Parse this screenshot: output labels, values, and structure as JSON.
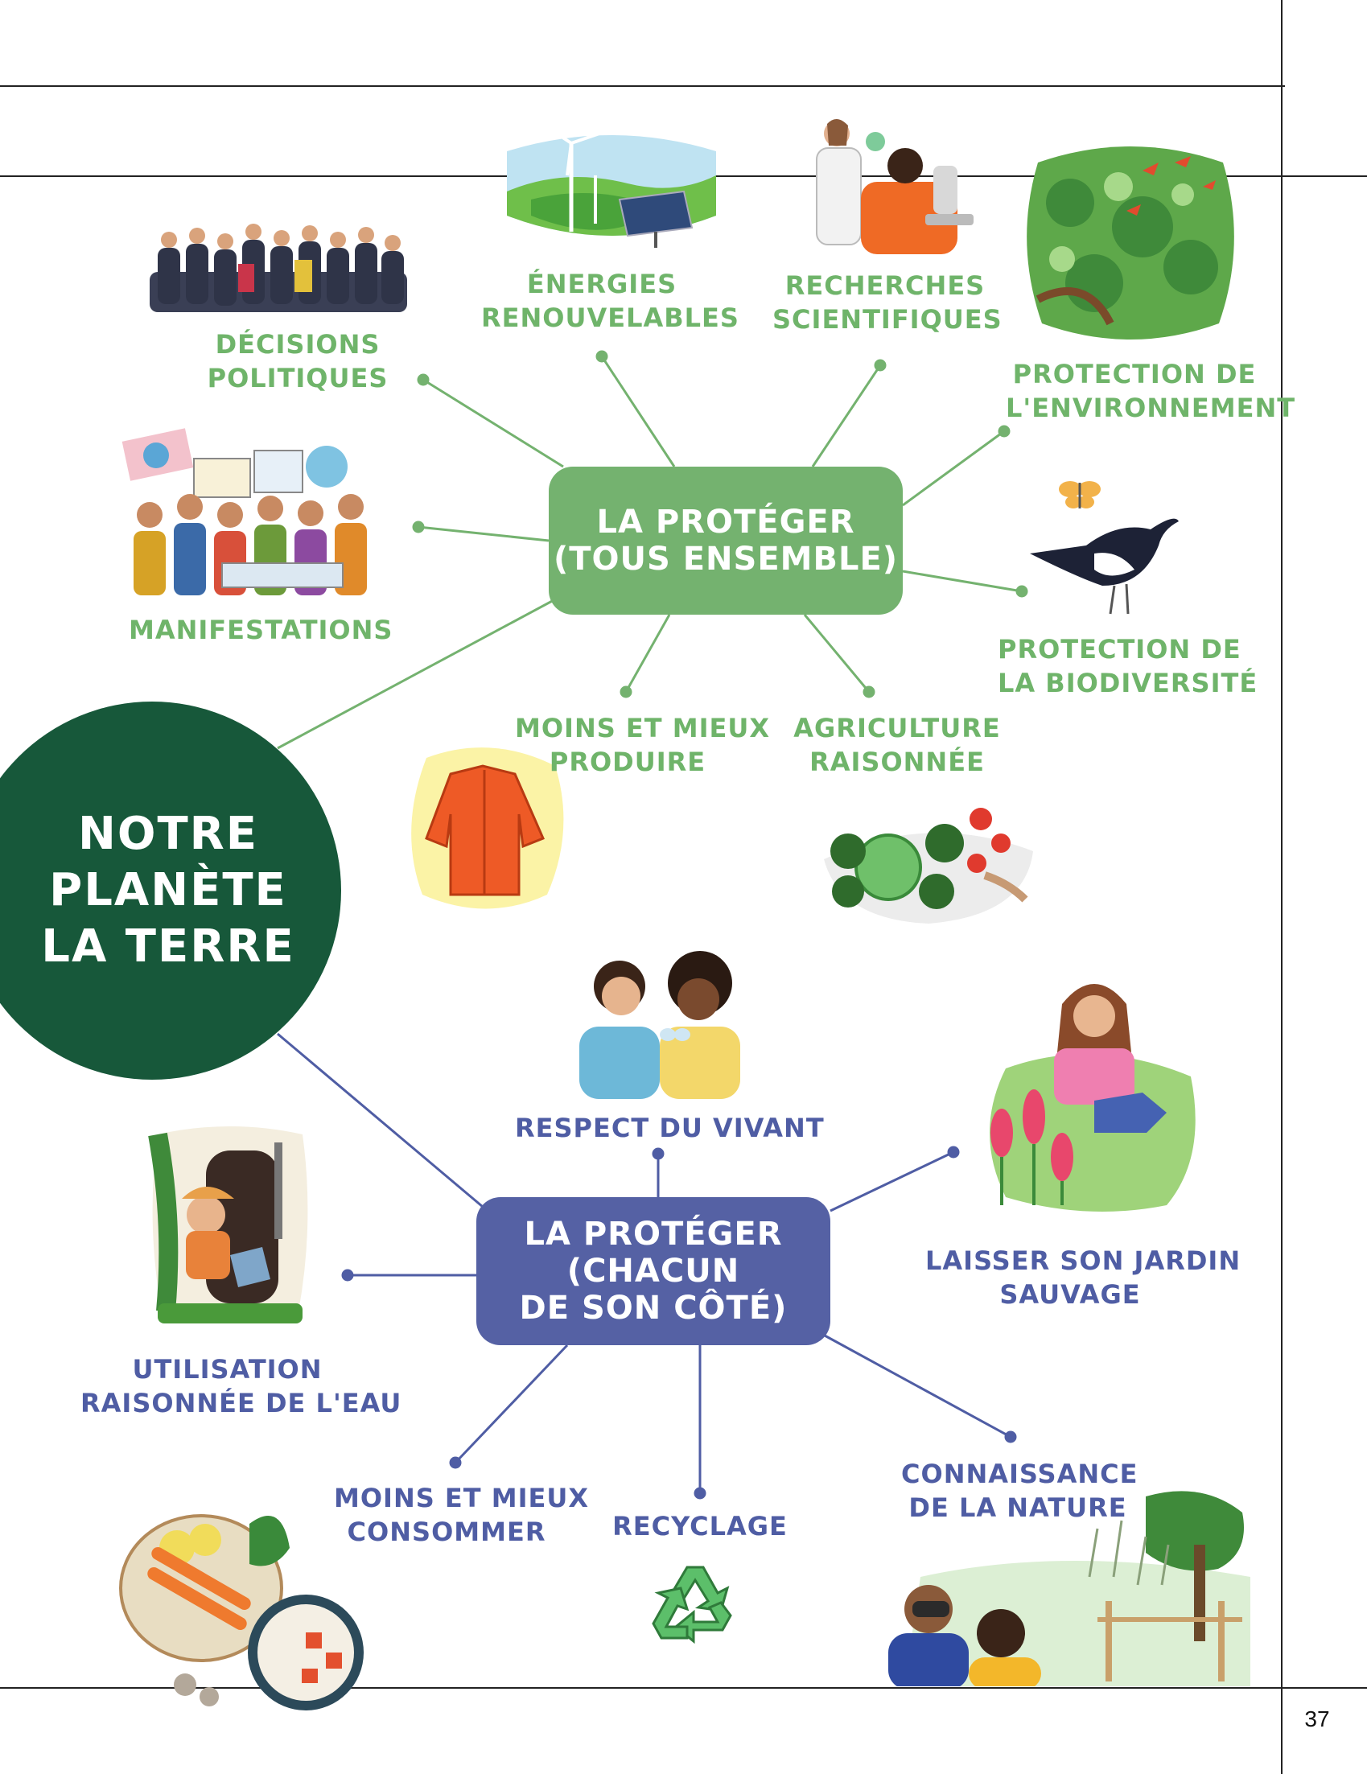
{
  "colors": {
    "green_accent": "#6fb46a",
    "green_hub": "#74b26f",
    "blue_accent": "#4f5da4",
    "blue_hub": "#5561a4",
    "planet": "#17583a"
  },
  "center": {
    "lines": [
      "NOTRE",
      "PLANÈTE",
      "LA TERRE"
    ]
  },
  "hub_together": {
    "lines": [
      "LA PROTÉGER",
      "(TOUS ENSEMBLE)"
    ]
  },
  "hub_individual": {
    "lines": [
      "LA PROTÉGER",
      "(CHACUN",
      "DE SON CÔTÉ)"
    ]
  },
  "together_items": [
    {
      "lines": [
        "DÉCISIONS",
        "POLITIQUES"
      ],
      "icon": "politicians-group-icon"
    },
    {
      "lines": [
        "ÉNERGIES",
        "RENOUVELABLES"
      ],
      "icon": "wind-turbine-solar-icon"
    },
    {
      "lines": [
        "RECHERCHES",
        "SCIENTIFIQUES"
      ],
      "icon": "scientists-microscope-icon"
    },
    {
      "lines": [
        "PROTECTION DE",
        "L'ENVIRONNEMENT"
      ],
      "icon": "forest-birds-icon"
    },
    {
      "lines": [
        "MANIFESTATIONS"
      ],
      "icon": "protest-crowd-icon"
    },
    {
      "lines": [
        "PROTECTION DE",
        "LA BIODIVERSITÉ"
      ],
      "icon": "magpie-butterfly-icon"
    },
    {
      "lines": [
        "MOINS ET MIEUX",
        "PRODUIRE"
      ],
      "icon": "orange-jacket-icon"
    },
    {
      "lines": [
        "AGRICULTURE",
        "RAISONNÉE"
      ],
      "icon": "vegetable-garden-icon"
    }
  ],
  "individual_items": [
    {
      "lines": [
        "RESPECT DU VIVANT"
      ],
      "icon": "children-butterfly-icon"
    },
    {
      "lines": [
        "LAISSER SON JARDIN",
        "SAUVAGE"
      ],
      "icon": "woman-watering-garden-icon"
    },
    {
      "lines": [
        "UTILISATION",
        "RAISONNÉE DE L'EAU"
      ],
      "icon": "rain-barrel-icon"
    },
    {
      "lines": [
        "MOINS ET MIEUX",
        "CONSOMMER"
      ],
      "icon": "food-basket-icon"
    },
    {
      "lines": [
        "RECYCLAGE"
      ],
      "icon": "recycle-icon"
    },
    {
      "lines": [
        "CONNAISSANCE",
        "DE LA NATURE"
      ],
      "icon": "children-binoculars-icon"
    }
  ],
  "page_number": "37"
}
